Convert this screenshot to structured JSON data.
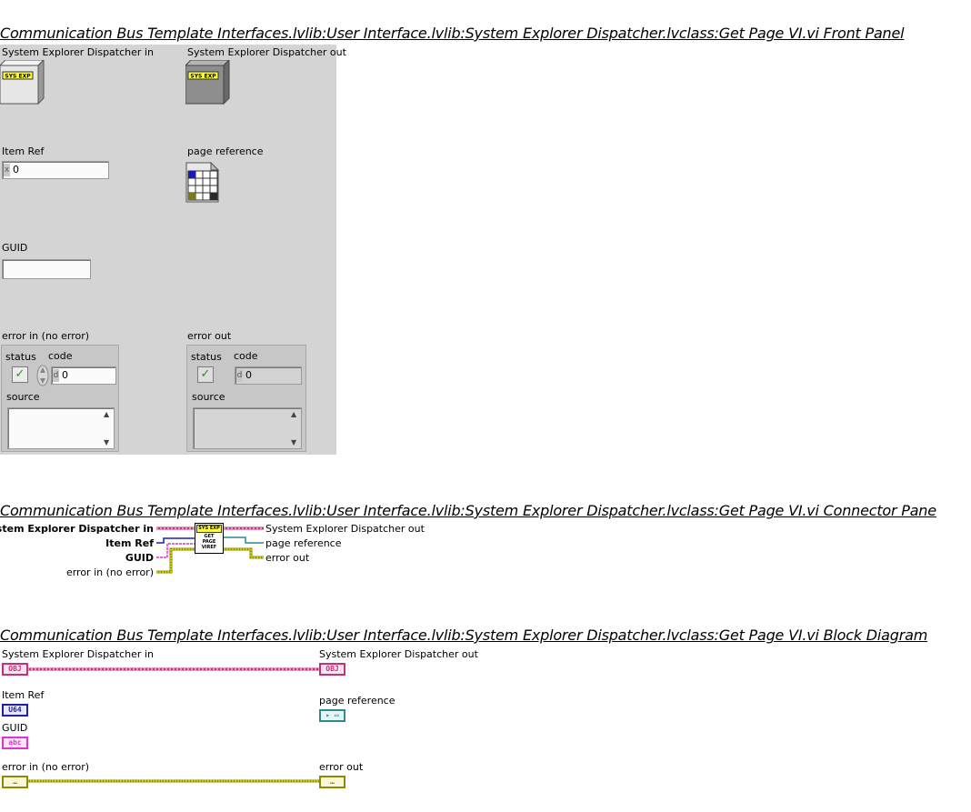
{
  "front_panel": {
    "title": "Communication Bus Template Interfaces.lvlib:User Interface.lvlib:System Explorer Dispatcher.lvclass:Get Page VI.vi Front Panel",
    "dispatcher_in_label": "System Explorer Dispatcher in",
    "dispatcher_out_label": "System Explorer Dispatcher out",
    "class_badge": "SYS EXP",
    "item_ref_label": "Item Ref",
    "item_ref_radix": "x",
    "item_ref_value": "0",
    "page_reference_label": "page reference",
    "guid_label": "GUID",
    "guid_value": "",
    "error_in": {
      "label": "error in (no error)",
      "status_label": "status",
      "code_label": "code",
      "code_radix": "d",
      "code_value": "0",
      "source_label": "source",
      "check_glyph": "✓"
    },
    "error_out": {
      "label": "error out",
      "status_label": "status",
      "code_label": "code",
      "code_radix": "d",
      "code_value": "0",
      "source_label": "source",
      "check_glyph": "✓"
    }
  },
  "connector_pane": {
    "title": "Communication Bus Template Interfaces.lvlib:User Interface.lvlib:System Explorer Dispatcher.lvclass:Get Page VI.vi Connector Pane",
    "inputs": [
      "System Explorer Dispatcher in",
      "Item Ref",
      "GUID",
      "error in (no error)"
    ],
    "outputs": [
      "System Explorer Dispatcher out",
      "page reference",
      "error out"
    ],
    "icon_badge": "SYS EXP",
    "icon_text": [
      "GET",
      "PAGE",
      "VIREF"
    ]
  },
  "block_diagram": {
    "title": "Communication Bus Template Interfaces.lvlib:User Interface.lvlib:System Explorer Dispatcher.lvclass:Get Page VI.vi Block Diagram",
    "dispatcher_in_label": "System Explorer Dispatcher in",
    "dispatcher_out_label": "System Explorer Dispatcher out",
    "item_ref_label": "Item Ref",
    "guid_label": "GUID",
    "error_in_label": "error in (no error)",
    "page_reference_label": "page reference",
    "error_out_label": "error out",
    "term_obj": "OBJ",
    "term_u64": "U64",
    "term_str": "abc",
    "term_err": "…"
  },
  "colors": {
    "panel_bg": "#d4d4d4",
    "class_wire": "#c4307c",
    "u64_wire": "#1f1fb4",
    "string_wire": "#e033d0",
    "error_wire": "#8c8c00",
    "ref_wire": "#2a8c8c",
    "sys_exp_badge": "#ffff33"
  }
}
